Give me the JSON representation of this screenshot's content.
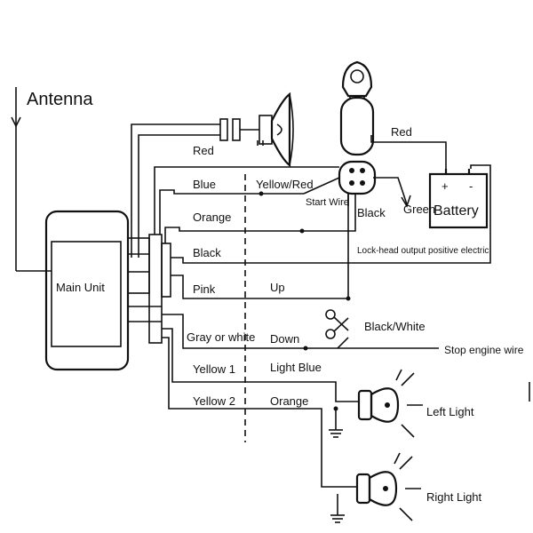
{
  "antenna_label": "Antenna",
  "main_unit_label": "Main Unit",
  "battery": {
    "label": "Battery",
    "plus": "+",
    "minus": "-"
  },
  "left_wires": {
    "red": "Red",
    "blue": "Blue",
    "orange": "Orange",
    "black": "Black",
    "pink": "Pink",
    "gray_white": "Gray or white",
    "yellow1": "Yellow 1",
    "yellow2": "Yellow 2"
  },
  "right_wires": {
    "yellow_red": "Yellow/Red",
    "start_wire": "Start Wire",
    "up": "Up",
    "down": "Down",
    "light_blue": "Light Blue",
    "orange": "Orange"
  },
  "switch_wires": {
    "red": "Red",
    "black": "Black",
    "green": "Green",
    "lock_head": "Lock-head output positive electric",
    "black_white": "Black/White",
    "stop_engine": "Stop engine wire"
  },
  "lights": {
    "left": "Left Light",
    "right": "Right Light"
  }
}
